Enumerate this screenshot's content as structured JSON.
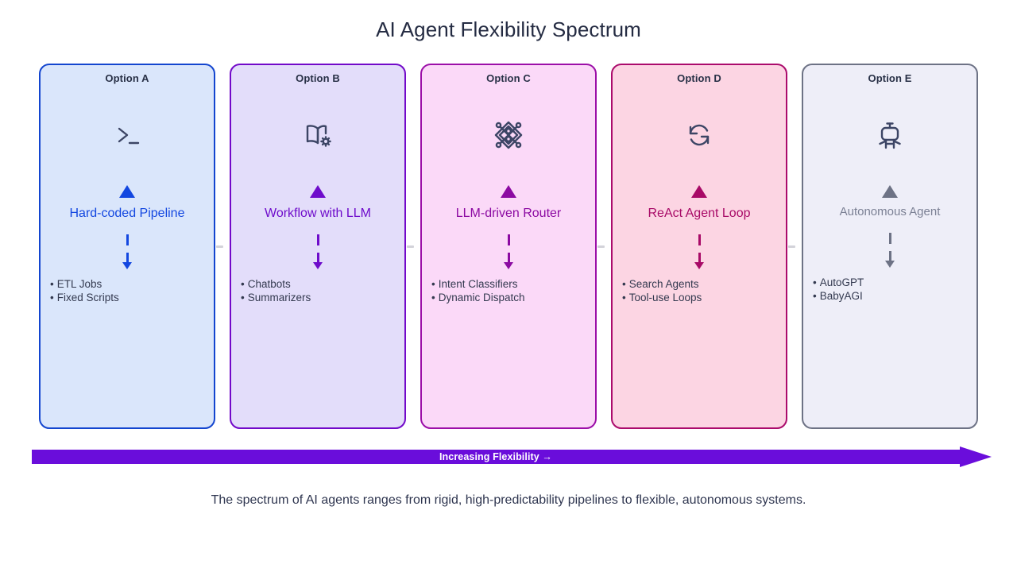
{
  "title": "AI Agent Flexibility Spectrum",
  "caption": "The spectrum of AI agents ranges from rigid, high-predictability pipelines to flexible, autonomous systems.",
  "spectrum": {
    "label": "Increasing Flexibility →",
    "bar_color": "#6a0ddb",
    "text_color": "#ffffff"
  },
  "cards": [
    {
      "header": "Option A",
      "icon": "terminal-prompt-icon",
      "label": "Hard-coded Pipeline",
      "bullets": [
        "ETL Jobs",
        "Fixed Scripts"
      ],
      "fill": "#dae6fb",
      "border": "#1345cf",
      "accent": "#1347e0",
      "header_color": "#283046",
      "icon_color": "#3c4565",
      "label_color": "#1347e0"
    },
    {
      "header": "Option B",
      "icon": "book-gear-icon",
      "label": "Workflow with LLM",
      "bullets": [
        "Chatbots",
        "Summarizers"
      ],
      "fill": "#e3ddfa",
      "border": "#7209c9",
      "accent": "#6e0ccb",
      "header_color": "#283046",
      "icon_color": "#3c4565",
      "label_color": "#6e0ccb"
    },
    {
      "header": "Option C",
      "icon": "router-network-icon",
      "label": "LLM-driven Router",
      "bullets": [
        "Intent Classifiers",
        "Dynamic Dispatch"
      ],
      "fill": "#fbd9f8",
      "border": "#9c0fa8",
      "accent": "#8c0aa2",
      "header_color": "#283046",
      "icon_color": "#3c4565",
      "label_color": "#8c0aa2"
    },
    {
      "header": "Option D",
      "icon": "loop-refresh-icon",
      "label": "ReAct Agent Loop",
      "bullets": [
        "Search Agents",
        "Tool-use Loops"
      ],
      "fill": "#fcd5e3",
      "border": "#ab0b6c",
      "accent": "#a80a67",
      "header_color": "#283046",
      "icon_color": "#3c4565",
      "label_color": "#a80a67"
    },
    {
      "header": "Option E",
      "icon": "robot-icon",
      "label": "Autonomous Agent",
      "bullets": [
        "AutoGPT",
        "BabyAGI"
      ],
      "fill": "#eeeef8",
      "border": "#6d7285",
      "accent": "#6d7285",
      "header_color": "#283046",
      "icon_color": "#3c4565",
      "label_color": "#7b8094",
      "muted": true
    }
  ]
}
